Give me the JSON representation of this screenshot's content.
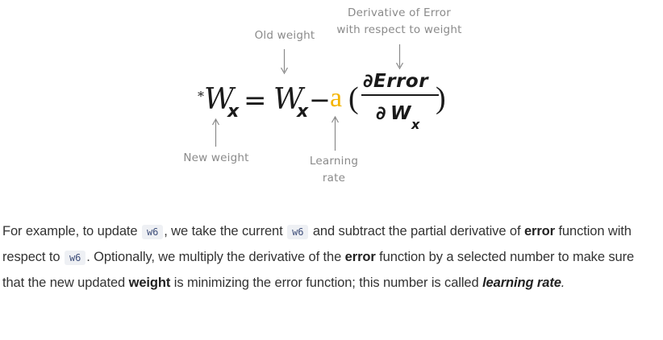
{
  "figure": {
    "annotations": {
      "derivative_line1": "Derivative of Error",
      "derivative_line2": "with respect to weight",
      "old_weight": "Old weight",
      "new_weight": "New weight",
      "learning_rate_line1": "Learning",
      "learning_rate_line2": "rate"
    },
    "formula": {
      "prefix_star": "*",
      "lhs_symbol": "W",
      "lhs_subscript": "x",
      "equals": "=",
      "old_symbol": "W",
      "old_subscript": "x",
      "minus": "−",
      "learning_rate_symbol": "a",
      "open_paren": "(",
      "close_paren": ")",
      "numerator": "∂Error",
      "denominator_partial": "∂",
      "denominator_symbol": "W",
      "denominator_subscript": "x"
    },
    "colors": {
      "learning_rate": "#f4b400",
      "annotation_text": "#8a8a8a",
      "formula_text": "#1a1a1a"
    }
  },
  "paragraph": {
    "p1": "For example, to update ",
    "code1": "w6",
    "p2": ", we take the current ",
    "code2": "w6",
    "p3": " and subtract the partial derivative of ",
    "bold_error1": "error",
    "p4": " function with respect to ",
    "code3": "w6",
    "p5": ". Optionally, we multiply the derivative of the ",
    "bold_error2": "error",
    "p6": " function by a selected number to make sure that the new updated ",
    "bold_weight": "weight",
    "p7": " is minimizing the error function; this number is called ",
    "bold_italic_lr": "learning rate",
    "p8": "."
  }
}
